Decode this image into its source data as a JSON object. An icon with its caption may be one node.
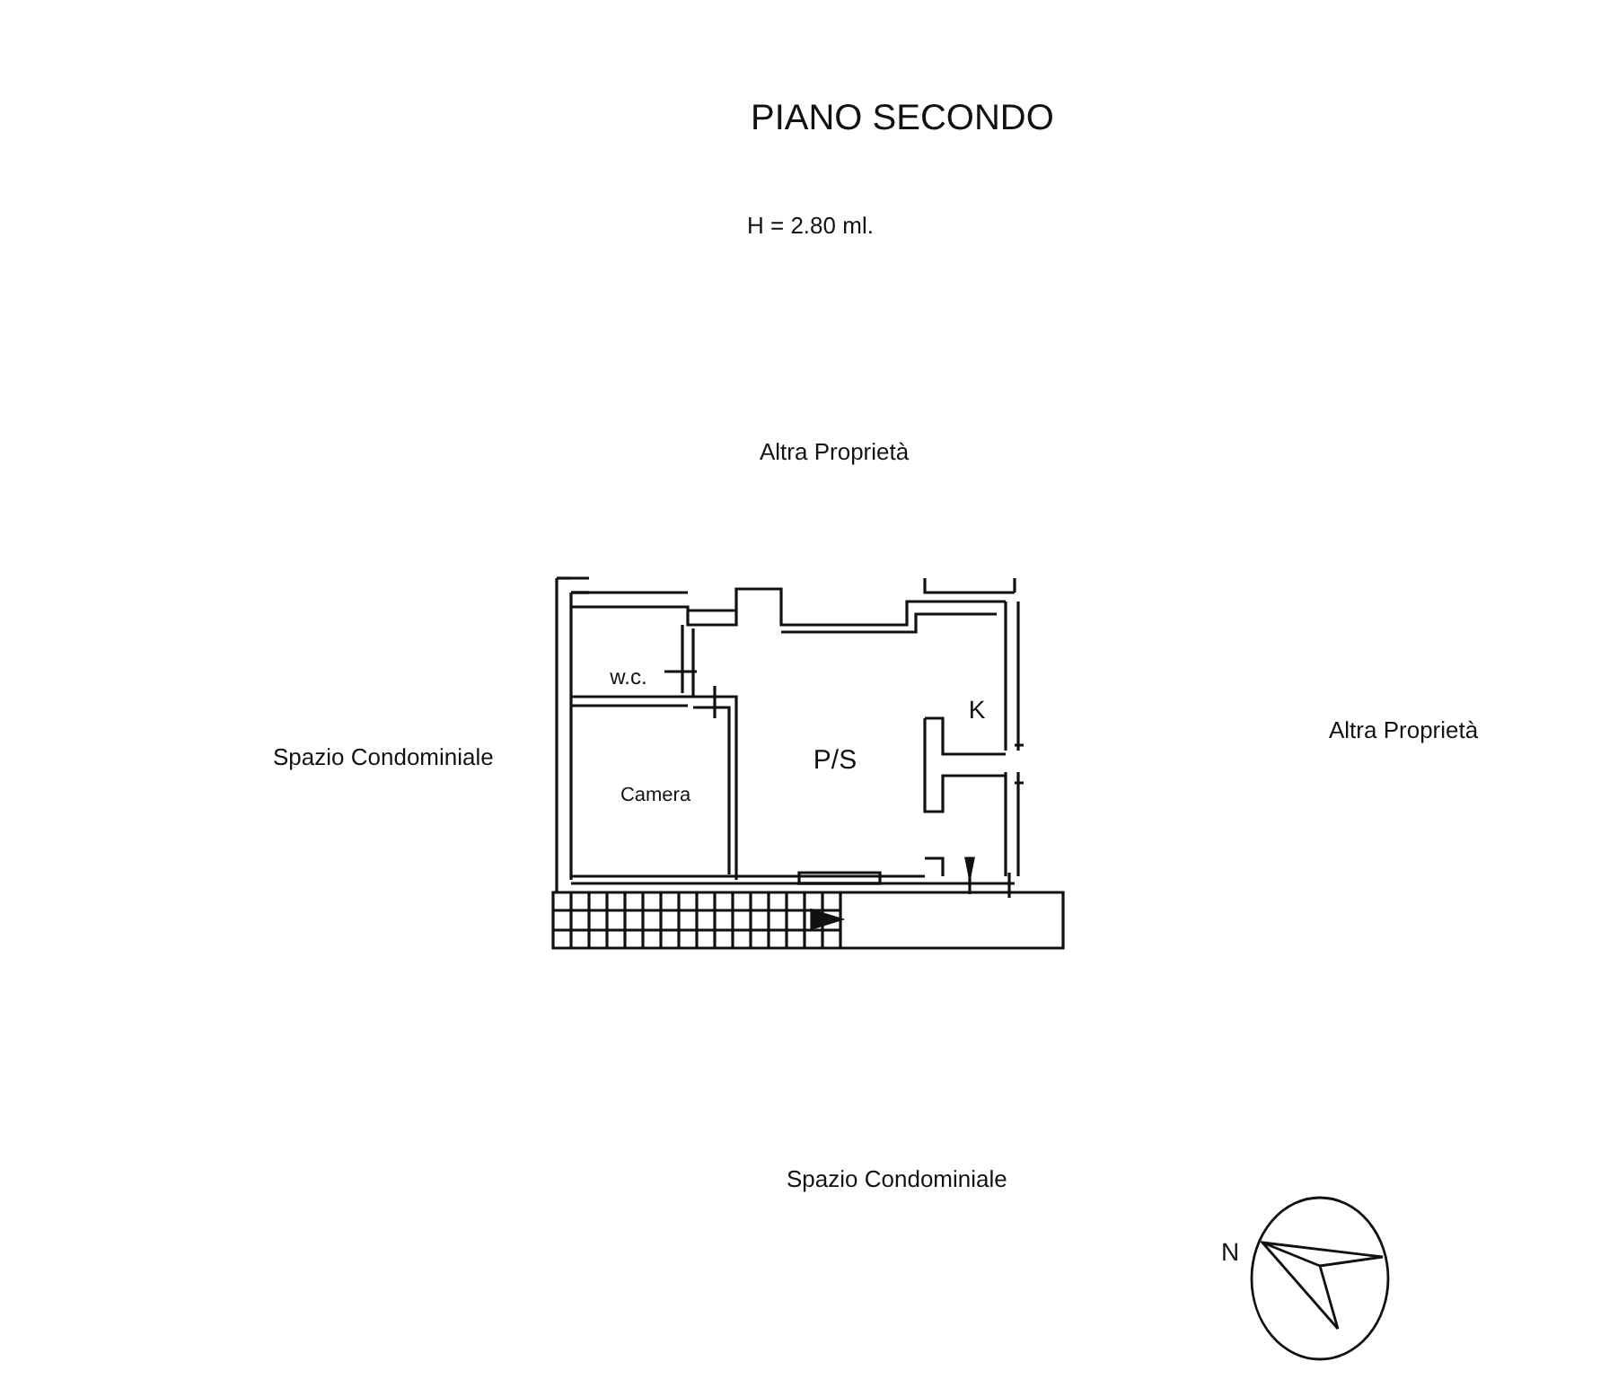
{
  "diagram": {
    "title": "PIANO SECONDO",
    "nodes": [
      {
        "text": [
          "w.c."
        ]
      },
      {
        "text": [
          "Camera"
        ]
      },
      {
        "text": [
          "P/S"
        ]
      },
      {
        "text": [
          "K"
        ]
      }
    ],
    "labels": [
      "H = 2.80 ml.",
      "Altra Proprietà",
      "Spazio Condominiale",
      "Altra Proprietà",
      "Spazio Condominiale",
      "N"
    ]
  }
}
